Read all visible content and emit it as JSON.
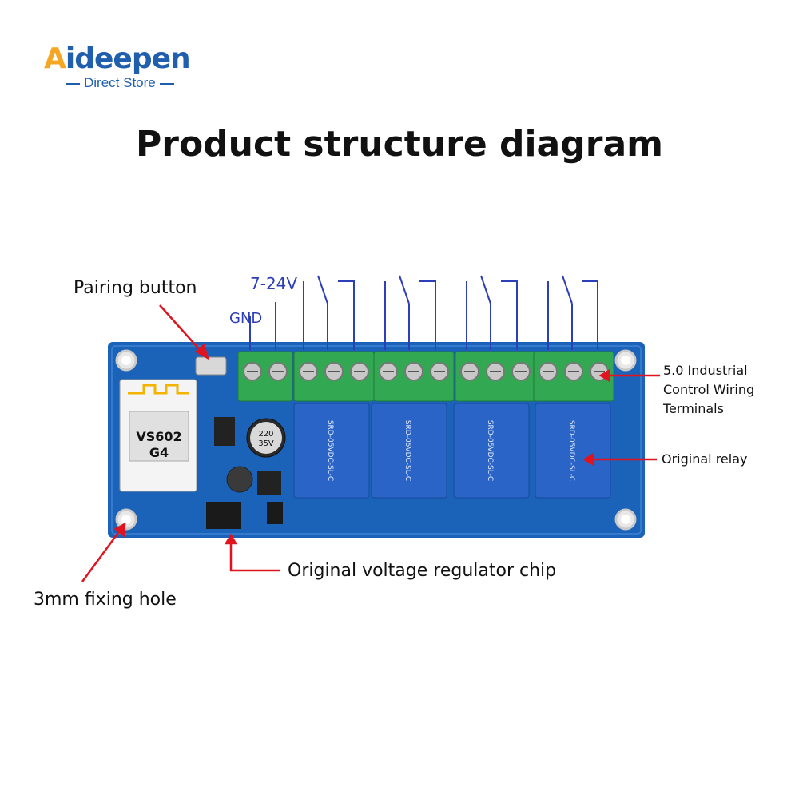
{
  "logo": {
    "brand_a": "A",
    "brand_rest": "ideepen",
    "tagline": "Direct Store"
  },
  "title": "Product structure diagram",
  "labels": {
    "pairing_button": "Pairing button",
    "terminals": "5.0 Industrial Control Wiring Terminals",
    "relay": "Original relay",
    "regulator": "Original voltage regulator chip",
    "fixing_hole": "3mm fixing hole"
  },
  "wiring": {
    "voltage": "7-24V",
    "ground": "GND"
  },
  "board": {
    "module_text": [
      "VS602",
      "G4"
    ],
    "capacitor_text": [
      "220",
      "35V"
    ],
    "relay_text": "SRD-05VDC-SL-C",
    "relay_count": 4
  },
  "colors": {
    "board": "#1b63b8",
    "terminal": "#33a852",
    "relay": "#2a64c6",
    "arrow": "#e0141e",
    "wire": "#2c3fb8",
    "logo_orange": "#f5a623",
    "logo_blue": "#1f5fae"
  }
}
